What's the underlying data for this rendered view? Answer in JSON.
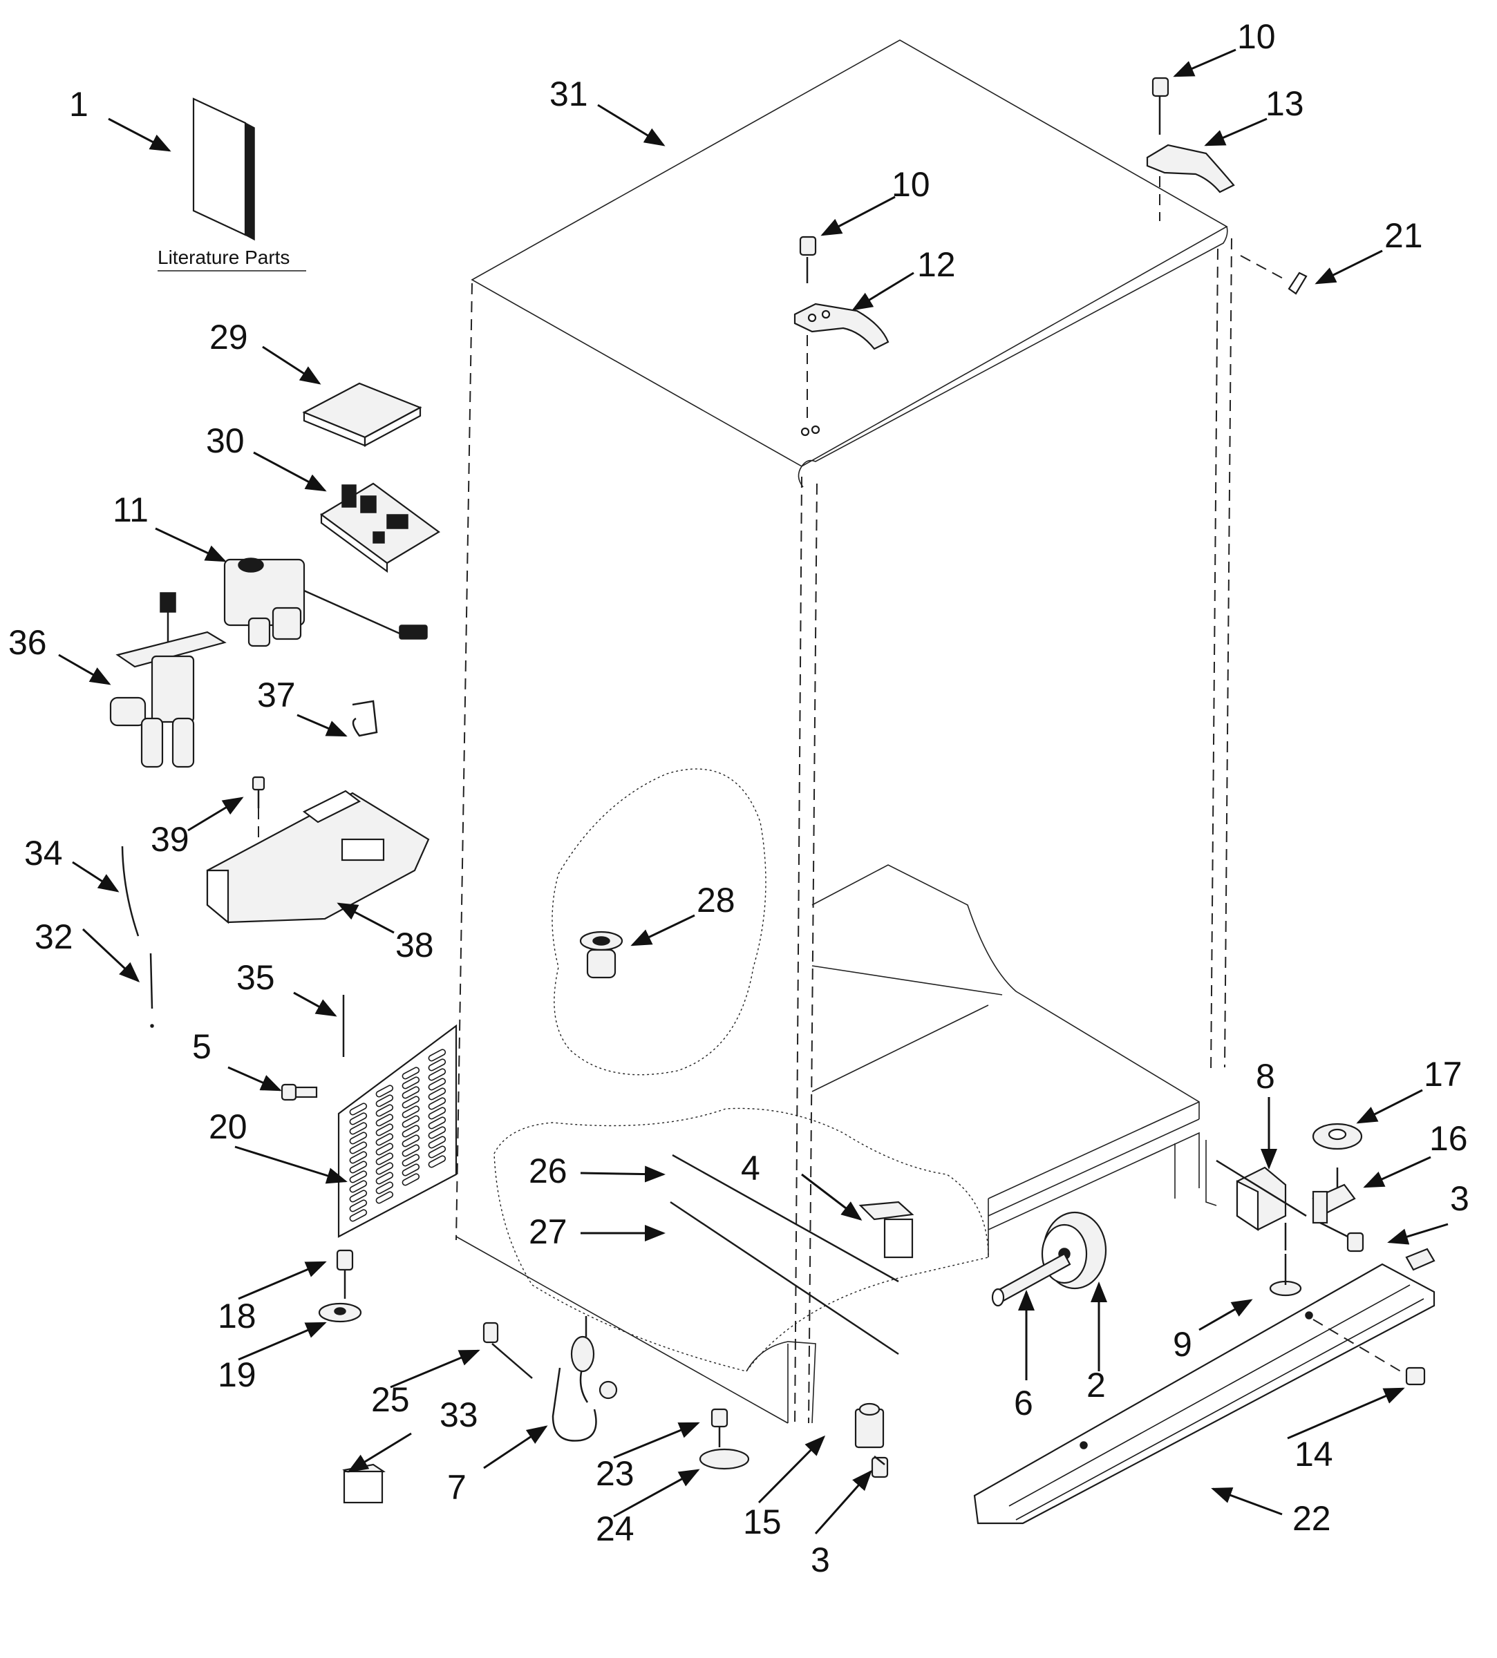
{
  "literature_caption": "Literature Parts",
  "callouts": [
    {
      "id": "c1",
      "label": "1"
    },
    {
      "id": "c2",
      "label": "2"
    },
    {
      "id": "c3a",
      "label": "3"
    },
    {
      "id": "c3b",
      "label": "3"
    },
    {
      "id": "c4",
      "label": "4"
    },
    {
      "id": "c5",
      "label": "5"
    },
    {
      "id": "c6",
      "label": "6"
    },
    {
      "id": "c7",
      "label": "7"
    },
    {
      "id": "c8",
      "label": "8"
    },
    {
      "id": "c9",
      "label": "9"
    },
    {
      "id": "c10a",
      "label": "10"
    },
    {
      "id": "c10b",
      "label": "10"
    },
    {
      "id": "c11",
      "label": "11"
    },
    {
      "id": "c12",
      "label": "12"
    },
    {
      "id": "c13",
      "label": "13"
    },
    {
      "id": "c14",
      "label": "14"
    },
    {
      "id": "c15",
      "label": "15"
    },
    {
      "id": "c16",
      "label": "16"
    },
    {
      "id": "c17",
      "label": "17"
    },
    {
      "id": "c18",
      "label": "18"
    },
    {
      "id": "c19",
      "label": "19"
    },
    {
      "id": "c20",
      "label": "20"
    },
    {
      "id": "c21",
      "label": "21"
    },
    {
      "id": "c22",
      "label": "22"
    },
    {
      "id": "c23",
      "label": "23"
    },
    {
      "id": "c24",
      "label": "24"
    },
    {
      "id": "c25",
      "label": "25"
    },
    {
      "id": "c26",
      "label": "26"
    },
    {
      "id": "c27",
      "label": "27"
    },
    {
      "id": "c28",
      "label": "28"
    },
    {
      "id": "c29",
      "label": "29"
    },
    {
      "id": "c30",
      "label": "30"
    },
    {
      "id": "c31",
      "label": "31"
    },
    {
      "id": "c32",
      "label": "32"
    },
    {
      "id": "c33",
      "label": "33"
    },
    {
      "id": "c34",
      "label": "34"
    },
    {
      "id": "c35",
      "label": "35"
    },
    {
      "id": "c36",
      "label": "36"
    },
    {
      "id": "c37",
      "label": "37"
    },
    {
      "id": "c38",
      "label": "38"
    },
    {
      "id": "c39",
      "label": "39"
    }
  ]
}
